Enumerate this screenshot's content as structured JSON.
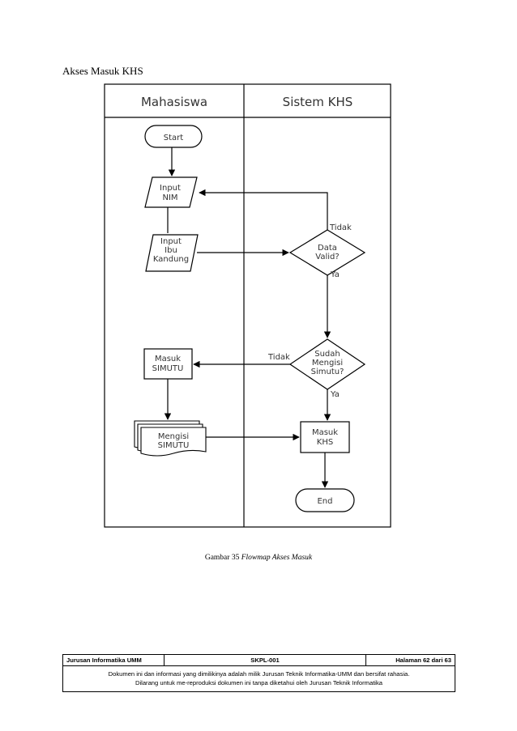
{
  "heading": "Akses Masuk KHS",
  "lanes": {
    "left": "Mahasiswa",
    "right": "Sistem KHS"
  },
  "nodes": {
    "start": "Start",
    "input_nim": [
      "Input",
      "NIM"
    ],
    "input_ibu": [
      "Input",
      "Ibu",
      "Kandung"
    ],
    "data_valid": [
      "Data",
      "Valid?"
    ],
    "sudah": [
      "Sudah",
      "Mengisi",
      "Simutu?"
    ],
    "masuk_simutu": [
      "Masuk",
      "SIMUTU"
    ],
    "mengisi_simutu": [
      "Mengisi",
      "SIMUTU"
    ],
    "masuk_khs": [
      "Masuk",
      "KHS"
    ],
    "end": "End"
  },
  "edges": {
    "tidak_1": "Tidak",
    "ya_1": "Ya",
    "tidak_2": "Tidak",
    "ya_2": "Ya"
  },
  "caption": {
    "prefix": "Gambar 35 ",
    "title": "Flowmap Akses Masuk"
  },
  "footer": {
    "left": "Jurusan Informatika UMM",
    "center": "SKPL-001",
    "right": "Halaman 62 dari 63",
    "line1": "Dokumen ini dan informasi yang dimilikinya adalah milik Jurusan Teknik  Informatika-UMM dan bersifat rahasia.",
    "line2": "Dilarang untuk me-reproduksi dokumen ini tanpa diketahui oleh Jurusan Teknik Informatika"
  }
}
